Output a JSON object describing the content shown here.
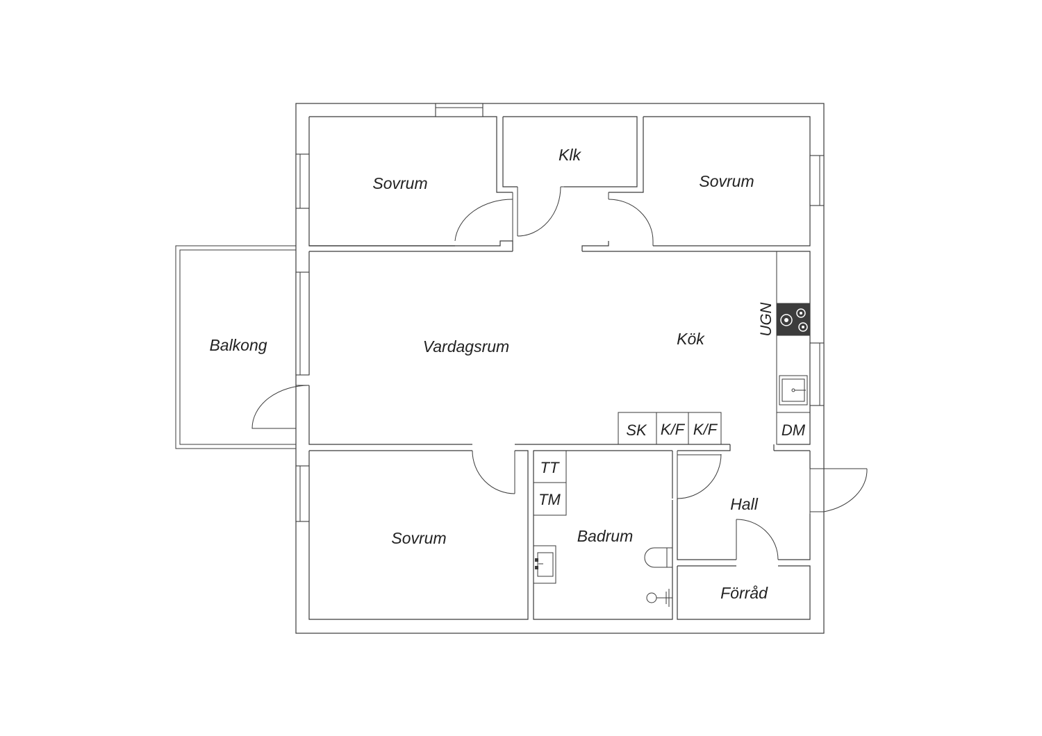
{
  "rooms": {
    "sovrum_top_left": "Sovrum",
    "klk": "Klk",
    "sovrum_top_right": "Sovrum",
    "balkong": "Balkong",
    "vardagsrum": "Vardagsrum",
    "kok": "Kök",
    "sovrum_bottom": "Sovrum",
    "badrum": "Badrum",
    "hall": "Hall",
    "forrad": "Förråd"
  },
  "fixtures": {
    "sk": "SK",
    "kf1": "K/F",
    "kf2": "K/F",
    "dm": "DM",
    "ugn": "UGN",
    "tt": "TT",
    "tm": "TM"
  },
  "colors": {
    "line": "#3a3a3a",
    "text": "#222222",
    "stove": "#3c3c3c",
    "background": "#ffffff"
  }
}
